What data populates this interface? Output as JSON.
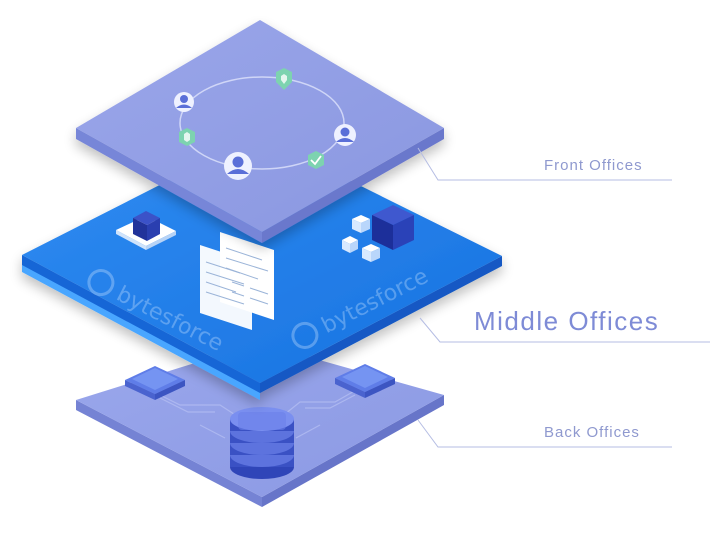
{
  "layers": {
    "front": {
      "label": "Front Offices"
    },
    "middle": {
      "label": "Middle Offices",
      "brand": "bytesforce"
    },
    "back": {
      "label": "Back Offices"
    }
  },
  "icons": {
    "front": [
      "user-avatar-icon",
      "shield-icon",
      "check-icon",
      "link-icon"
    ],
    "middle": [
      "cube-icon",
      "document-icon",
      "brand-logo-icon"
    ],
    "back": [
      "chip-icon",
      "database-icon"
    ]
  },
  "colors": {
    "front_platform": "#8e9be4",
    "middle_platform": "#1e7be8",
    "back_platform": "#8f9de6",
    "label_text": "#8f99cf",
    "leader_line": "#b5bde3"
  }
}
